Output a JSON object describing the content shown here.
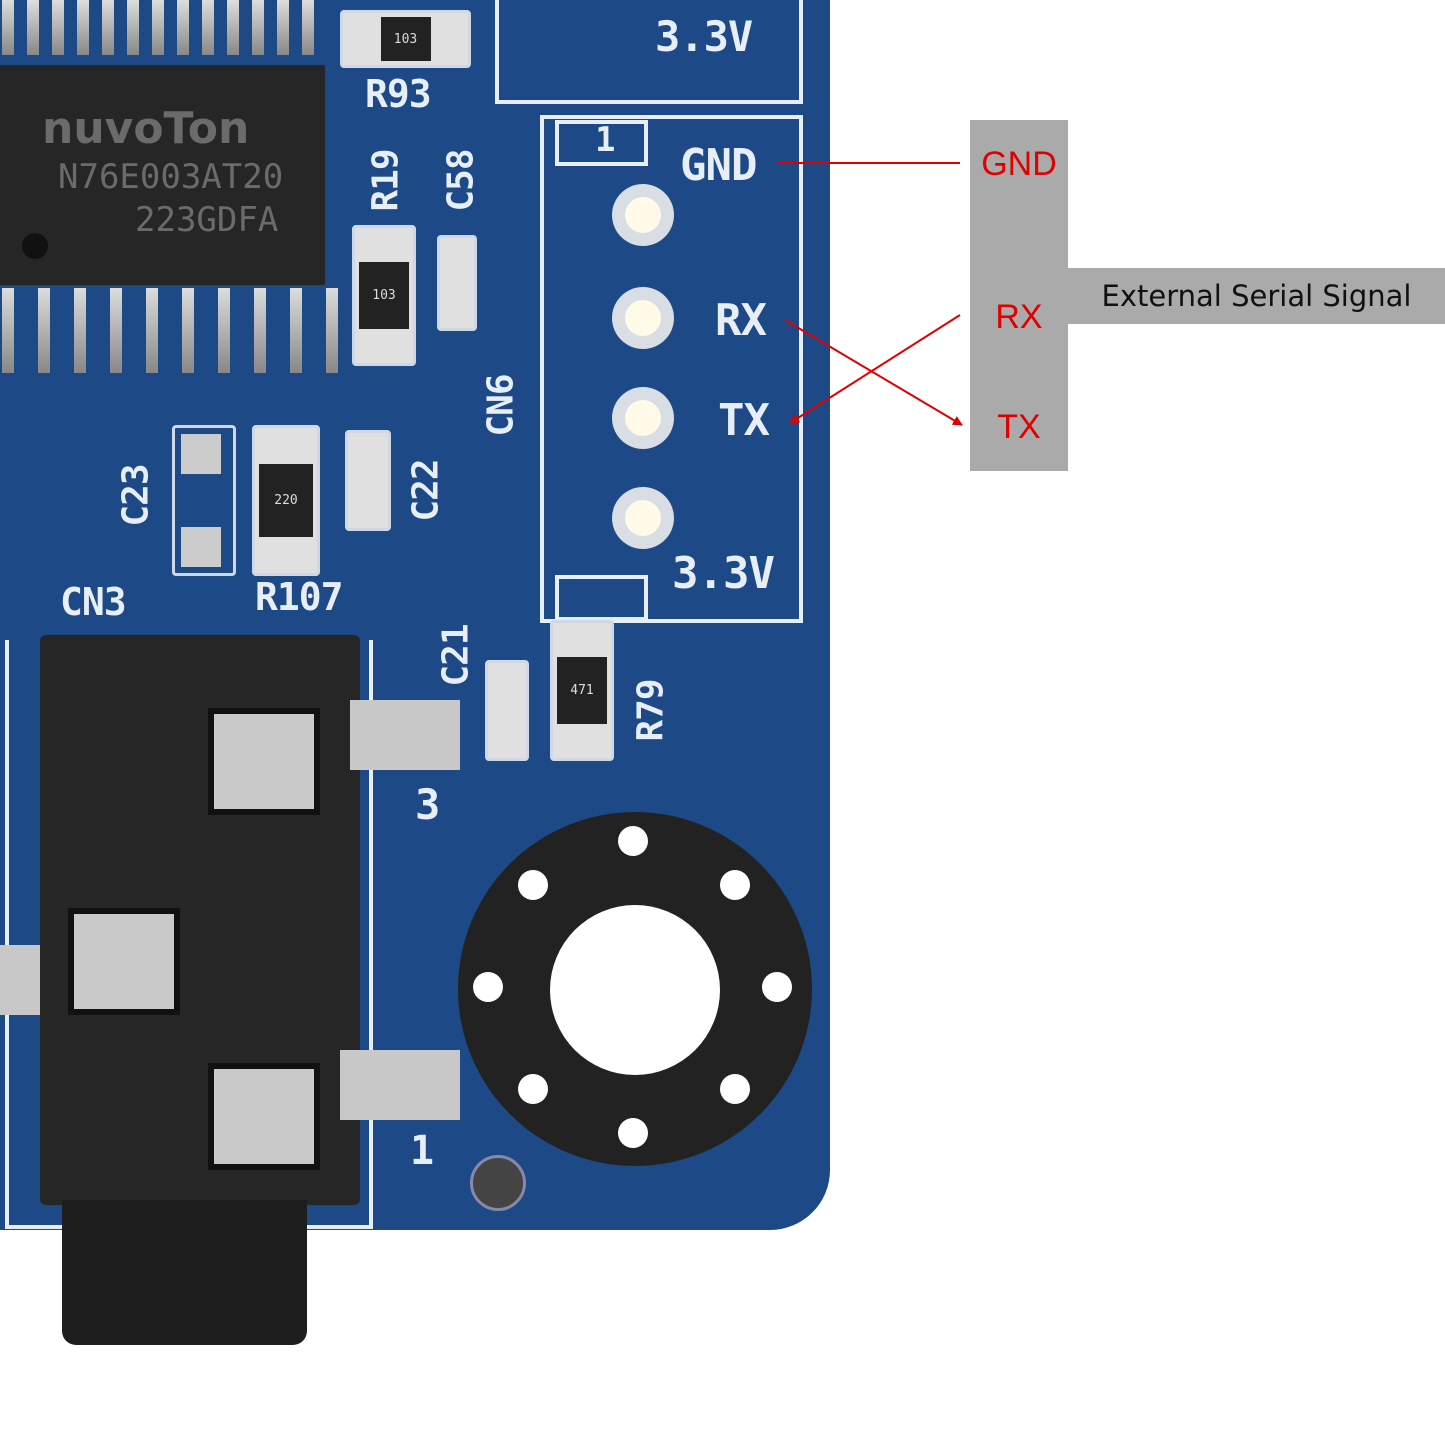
{
  "board": {
    "chip_brand": "nuvoTon",
    "chip_part": "N76E003AT20",
    "chip_code": "223GDFA",
    "labels": {
      "r93": "R93",
      "r93_value": "103",
      "r19": "R19",
      "r19_value": "103",
      "c58": "C58",
      "cn6": "CN6",
      "c23": "C23",
      "c22": "C22",
      "r107": "R107",
      "r107_value": "220",
      "cn3": "CN3",
      "c21": "C21",
      "r79": "R79",
      "r79_value": "471",
      "jack_pin3": "3",
      "jack_pin1": "1",
      "top_voltage": "3.3V"
    },
    "connector": {
      "pin1_marker": "1",
      "pins": [
        "GND",
        "RX",
        "TX",
        "3.3V"
      ]
    }
  },
  "annotation": {
    "external_pins": [
      "GND",
      "RX",
      "TX"
    ],
    "label": "External Serial Signal",
    "line_color": "#e00000"
  }
}
